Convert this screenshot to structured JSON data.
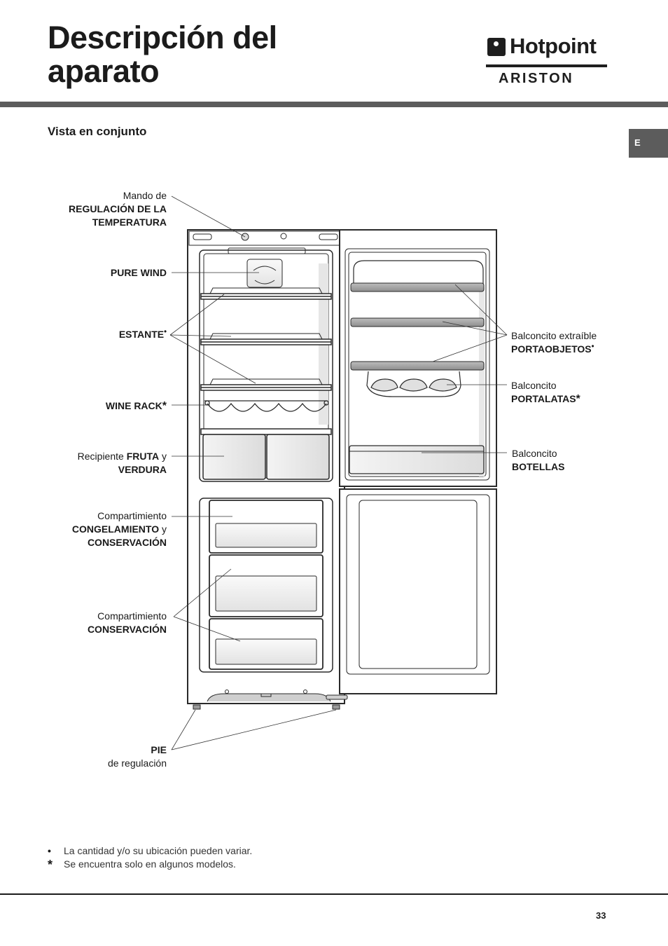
{
  "header": {
    "title_line1": "Descripción del",
    "title_line2": "aparato",
    "logo_word1": "Hotpoint",
    "logo_word2": "ARISTON"
  },
  "section_title": "Vista en conjunto",
  "language_tab": "E",
  "labels_left": {
    "mando_pre": "Mando de",
    "mando_l1": "REGULACIÓN DE LA",
    "mando_l2": "TEMPERATURA",
    "pure_wind": "PURE WIND",
    "estante": "ESTANTE",
    "estante_mark": "•",
    "wine_rack": "WINE RACK",
    "wine_mark": "*",
    "fruta_pre": "Recipiente ",
    "fruta_bold": "FRUTA",
    "fruta_y": " y",
    "verdura": "VERDURA",
    "congel_pre": "Compartimiento",
    "congel_bold": "CONGELAMIENTO",
    "congel_y": " y",
    "congel_l3": "CONSERVACIÓN",
    "conserv_pre": "Compartimiento",
    "conserv_bold": "CONSERVACIÓN",
    "pie_bold": "PIE",
    "pie_sub": "de regulación"
  },
  "labels_right": {
    "portaobj_pre": "Balconcito extraíble",
    "portaobj_bold": "PORTAOBJETOS",
    "portaobj_mark": "•",
    "portalatas_pre": "Balconcito",
    "portalatas_bold": "PORTALATAS",
    "portalatas_mark": "*",
    "botellas_pre": "Balconcito",
    "botellas_bold": "BOTELLAS"
  },
  "footnotes": [
    {
      "symbol": "•",
      "text": "La cantidad y/o su ubicación pueden variar."
    },
    {
      "symbol": "*",
      "text": "Se encuentra solo en algunos modelos."
    }
  ],
  "page_number": "33",
  "colors": {
    "band": "#5c5c5c",
    "text": "#1a1a1a",
    "line": "#333333"
  }
}
